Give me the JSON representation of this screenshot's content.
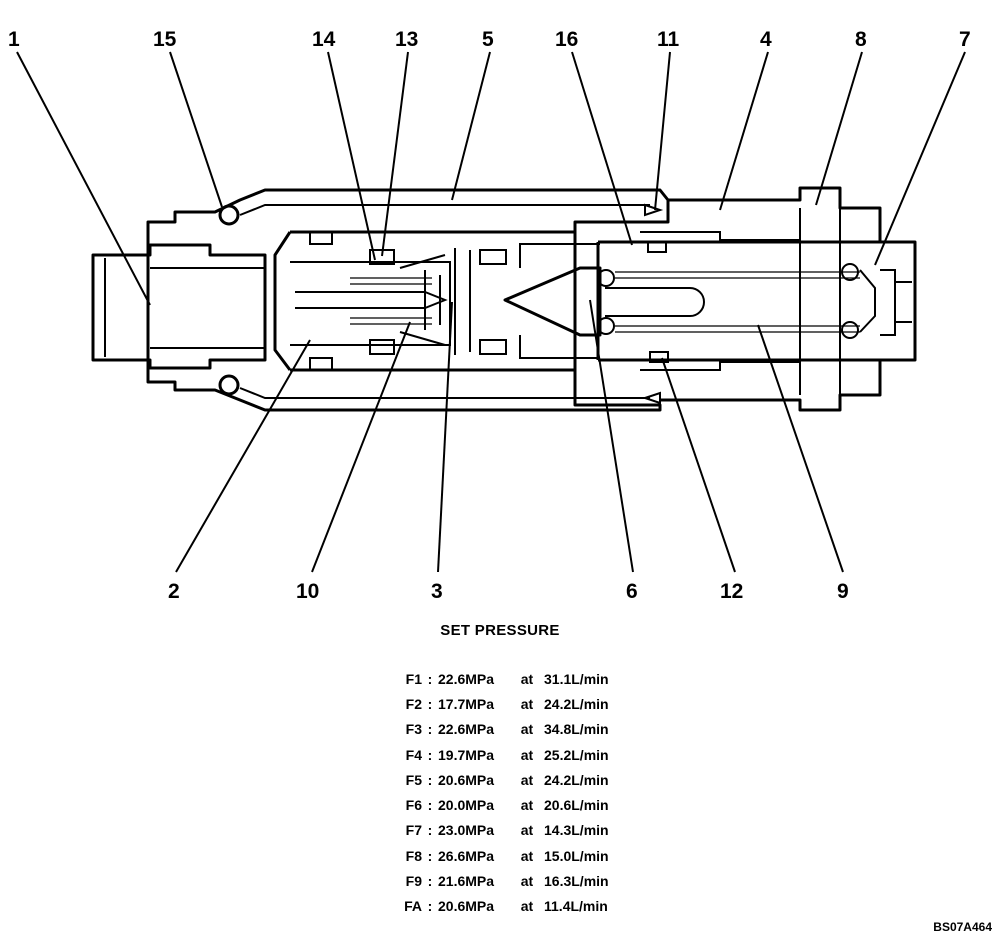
{
  "callouts": {
    "c1": "1",
    "c2": "2",
    "c3": "3",
    "c4": "4",
    "c5": "5",
    "c6": "6",
    "c7": "7",
    "c8": "8",
    "c9": "9",
    "c10": "10",
    "c11": "11",
    "c12": "12",
    "c13": "13",
    "c14": "14",
    "c15": "15",
    "c16": "16"
  },
  "set_pressure": {
    "title": "SET PRESSURE",
    "rows": [
      {
        "name": "F1",
        "pressure": "22.6MPa",
        "at": "at",
        "flow": "31.1L/min"
      },
      {
        "name": "F2",
        "pressure": "17.7MPa",
        "at": "at",
        "flow": "24.2L/min"
      },
      {
        "name": "F3",
        "pressure": "22.6MPa",
        "at": "at",
        "flow": "34.8L/min"
      },
      {
        "name": "F4",
        "pressure": "19.7MPa",
        "at": "at",
        "flow": "25.2L/min"
      },
      {
        "name": "F5",
        "pressure": "20.6MPa",
        "at": "at",
        "flow": "24.2L/min"
      },
      {
        "name": "F6",
        "pressure": "20.0MPa",
        "at": "at",
        "flow": "20.6L/min"
      },
      {
        "name": "F7",
        "pressure": "23.0MPa",
        "at": "at",
        "flow": "14.3L/min"
      },
      {
        "name": "F8",
        "pressure": "26.6MPa",
        "at": "at",
        "flow": "15.0L/min"
      },
      {
        "name": "F9",
        "pressure": "21.6MPa",
        "at": "at",
        "flow": "16.3L/min"
      },
      {
        "name": "FA",
        "pressure": "20.6MPa",
        "at": "at",
        "flow": "11.4L/min"
      }
    ]
  },
  "figure_code": "BS07A464"
}
